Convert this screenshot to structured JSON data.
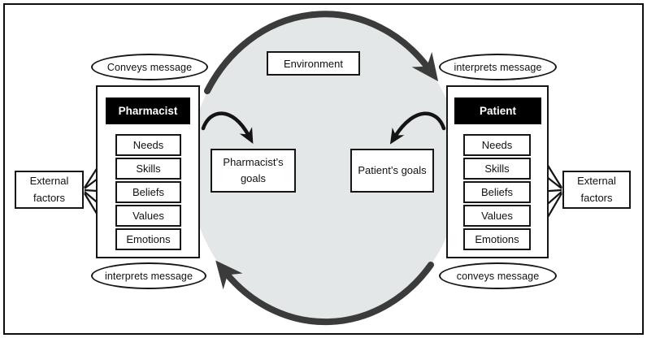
{
  "environment": {
    "label": "Environment"
  },
  "pharmacist_side": {
    "top_oval": "Conveys message",
    "header": "Pharmacist",
    "attributes": [
      "Needs",
      "Skills",
      "Beliefs",
      "Values",
      "Emotions"
    ],
    "bottom_oval": "interprets message",
    "goals": "Pharmacist’s goals",
    "external_factors": "External factors"
  },
  "patient_side": {
    "top_oval": "interprets message",
    "header": "Patient",
    "attributes": [
      "Needs",
      "Skills",
      "Beliefs",
      "Values",
      "Emotions"
    ],
    "bottom_oval": "conveys message",
    "goals": "Patient’s goals",
    "external_factors": "External factors"
  },
  "colors": {
    "ellipse_fill": "#e3e7e7",
    "cycle_arrow": "#3b3b3b",
    "line": "#141414",
    "box_border": "#161616",
    "header_bg": "#000000",
    "header_text": "#ffffff",
    "paper_bg": "#ffffff"
  }
}
